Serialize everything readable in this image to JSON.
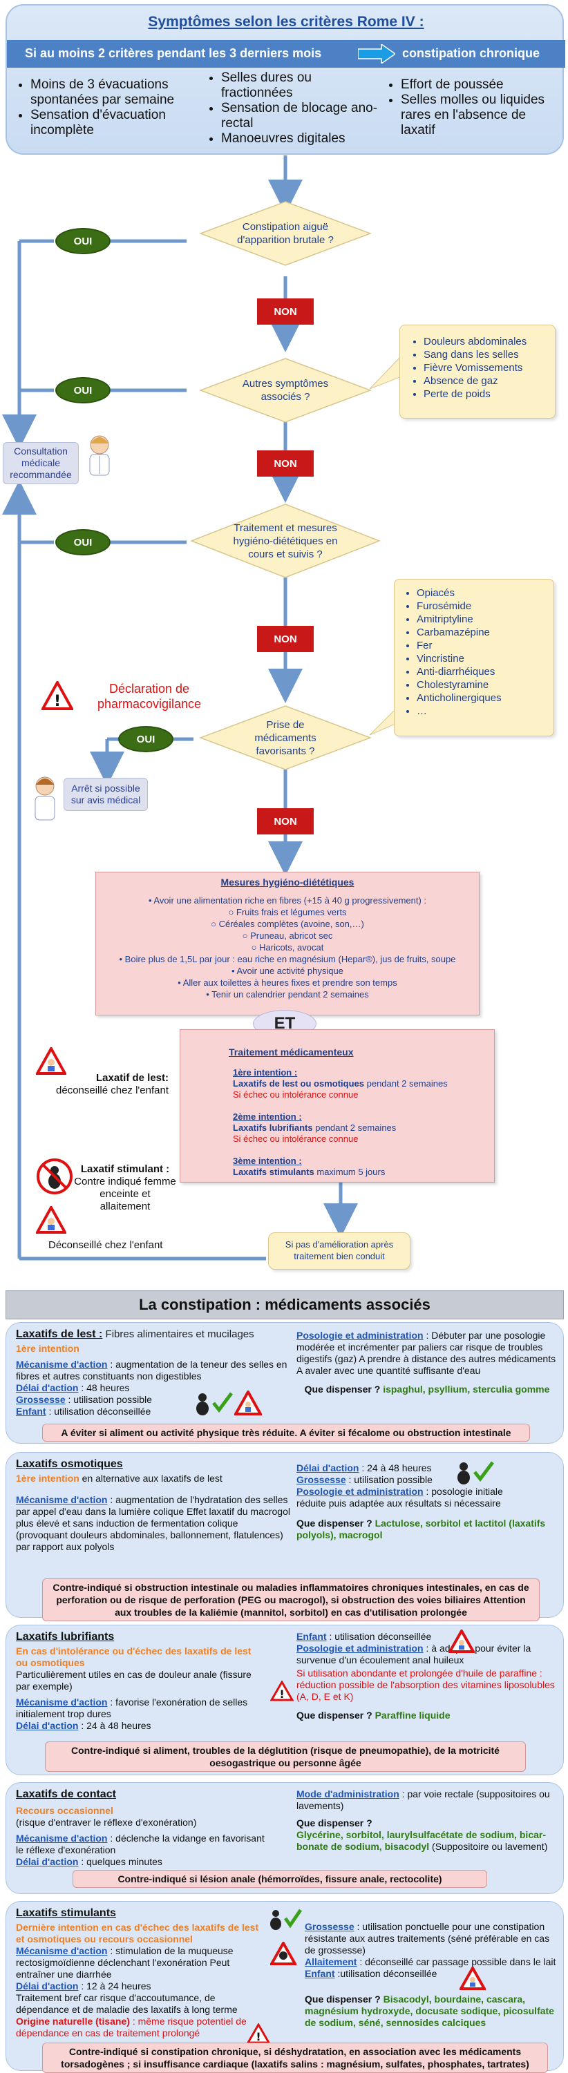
{
  "header": {
    "title": "Symptômes selon les critères Rome IV :",
    "strip_left": "Si au moins 2 critères pendant les 3 derniers mois",
    "strip_right": "constipation chronique",
    "col1": [
      "Moins de 3 évacuations spontanées par semaine",
      "Sensation d'évacuation incomplète"
    ],
    "col2": [
      "Selles dures ou fractionnées",
      "Sensation de blocage ano-rectal",
      "Manoeuvres digitales"
    ],
    "col3": [
      "Effort de poussée",
      "Selles molles ou liquides rares en l'absence de laxatif"
    ]
  },
  "flow": {
    "q1": "Constipation aiguë d'apparition brutale ?",
    "q2": "Autres symptômes associés ?",
    "q3": "Traitement et mesures hygiéno-diététiques en cours et suivis ?",
    "q4": "Prise de médicaments favorisants ?",
    "oui": "OUI",
    "non": "NON",
    "consult": "Consultation médicale recommandée",
    "symptoms": [
      "Douleurs abdominales",
      "Sang dans les selles",
      "Fièvre Vomissements",
      "Absence de gaz",
      "Perte de poids"
    ],
    "drugs": [
      "Opiacés",
      "Furosémide",
      "Amitriptyline",
      "Carbamazépine",
      "Fer",
      "Vincristine",
      "Anti-diarrhéiques",
      "Cholestyramine",
      "Anticholinergiques",
      "…"
    ],
    "pharmaco": "Déclaration de pharmacovigilance",
    "stop": "Arrêt si possible sur avis médical",
    "et": "ET",
    "no_improve": "Si pas d'amélioration après traitement bien conduit"
  },
  "mhd": {
    "title": "Mesures hygiéno-diététiques",
    "lines": [
      "• Avoir une alimentation riche en fibres (+15 à 40 g progressivement) :",
      "○ Fruits frais et légumes verts",
      "○ Céréales complètes (avoine, son,…)",
      "○ Pruneau, abricot sec",
      "○ Haricots, avocat",
      "• Boire plus de 1,5L par jour : eau riche en magnésium (Hepar®), jus de fruits, soupe",
      "• Avoir une activité physique",
      "• Aller aux toilettes à heures fixes et prendre son temps",
      "• Tenir un calendrier pendant 2 semaines"
    ]
  },
  "trt": {
    "title": "Traitement médicamenteux",
    "i1_h": "1ère intention :",
    "i1_a": "Laxatifs de lest ou osmotiques",
    "i1_b": " pendant 2 semaines",
    "i1_c": "Si échec ou intolérance connue",
    "i2_h": "2ème intention :",
    "i2_a": "Laxatifs lubrifiants",
    "i2_b": " pendant 2 semaines",
    "i2_c": "Si échec ou intolérance connue",
    "i3_h": "3ème intention :",
    "i3_a": "Laxatifs stimulants",
    "i3_b": " maximum 5 jours"
  },
  "side": {
    "lest_h": "Laxatif de lest:",
    "lest_t": "déconseillé chez l'enfant",
    "stim_h": "Laxatif stimulant :",
    "stim_t": "Contre indiqué femme enceinte et allaitement",
    "stim_child": "Déconseillé chez l'enfant"
  },
  "section2_title": "La constipation : médicaments associés",
  "cards": {
    "lest": {
      "h": "Laxatifs de lest :",
      "h2": " Fibres alimentaires et mucilages",
      "intent": "1ère intention",
      "meca_l": "Mécanisme d'action",
      "meca": " : augmentation de la teneur des selles en fibres et autres constituants non digestibles",
      "delai_l": "Délai d'action",
      "delai": " : 48 heures",
      "gross_l": "Grossesse",
      "gross": " : utilisation possible",
      "enf_l": "Enfant",
      "enf": " : utilisation déconseillée",
      "poso_l": "Posologie et administration",
      "poso": " : Débuter par une posologie modérée et incrémenter par paliers car risque de troubles digestifs (gaz) A prendre à distance des autres médicaments A avaler avec une quantité suffisante d'eau",
      "disp_l": "Que dispenser ?",
      "disp": "ispaghul, psyllium, sterculia gomme",
      "ci": "A éviter si aliment ou activité physique très réduite. A éviter si fécalome ou obstruction intestinale"
    },
    "osmo": {
      "h": "Laxatifs osmotiques",
      "intent": "1ère intention",
      "intent2": " en alternative aux laxatifs de lest",
      "meca_l": "Mécanisme d'action",
      "meca": " : augmentation de l'hydratation des selles par appel d'eau dans la lumière colique Effet laxatif du macrogol plus élevé et sans induction de fermentation colique (provoquant douleurs abdominales, ballonnement, flatulences) par rapport aux polyols",
      "delai_l": "Délai d'action",
      "delai": " : 24 à 48 heures",
      "gross_l": "Grossesse",
      "gross": " : utilisation possible",
      "poso_l": "Posologie et administration",
      "poso": " : posologie initiale réduite puis adaptée aux résultats si nécessaire",
      "disp_l": "Que dispenser ?",
      "disp": "Lactulose, sorbitol et lactitol (laxatifs polyols), macrogol",
      "ci": "Contre-indiqué si obstruction intestinale ou maladies inflammatoires chroniques intestinales, en cas de perforation ou de risque de perforation (PEG ou macrogol), si obstruction des voies biliaires Attention aux troubles de la kaliémie (mannitol, sorbitol) en cas d'utilisation prolongée"
    },
    "lubri": {
      "h": "Laxatifs lubrifiants",
      "intent": "En cas d'intolérance ou d'échec des laxatifs de lest ou osmotiques",
      "desc": "Particulièrement utiles en cas de douleur anale (fissure par exemple)",
      "meca_l": "Mécanisme d'action",
      "meca": " : favorise l'exonération de selles initialement trop dures",
      "delai_l": "Délai d'action",
      "delai": " : 24 à 48 heures",
      "enf_l": "Enfant",
      "enf": " : utilisation déconseillée",
      "poso_l": "Posologie et administration",
      "poso": " : à adapter pour éviter la survenue d'un écoulement anal huileux",
      "warn": "Si utilisation abondante et prolongée d'huile de paraffine : réduction possible de l'absorption des vitamines liposolubles (A, D, E et K)",
      "disp_l": "Que dispenser ?",
      "disp": "Paraffine liquide",
      "ci": "Contre-indiqué si aliment, troubles de la déglutition (risque de pneumopathie), de la motricité oesogastrique ou personne âgée"
    },
    "contact": {
      "h": "Laxatifs de contact",
      "intent": "Recours occasionnel",
      "desc": "(risque d'entraver le réflexe d'exonération)",
      "meca_l": "Mécanisme d'action",
      "meca": " : déclenche la vidange en favorisant le réflexe d'exonération",
      "delai_l": "Délai d'action",
      "delai": " : quelques minutes",
      "mode_l": "Mode d'administration",
      "mode": " : par voie rectale (suppositoires ou lavements)",
      "disp_l": "Que dispenser ?",
      "disp": "Glycérine, sorbitol, laurylsulfacétate de sodium, bicar-bonate de sodium, bisacodyl",
      "disp2": " (Suppositoire ou lavement)",
      "ci": "Contre-indiqué si lésion anale (hémorroïdes, fissure anale, rectocolite)"
    },
    "stim": {
      "h": "Laxatifs stimulants",
      "intent": "Dernière intention en cas d'échec des laxatifs de lest et osmotiques ou recours occasionnel",
      "meca_l": "Mécanisme d'action",
      "meca": " : stimulation de la muqueuse rectosigmoïdienne déclenchant l'exonération Peut entraîner une diarrhée",
      "delai_l": "Délai d'action",
      "delai": " : 12 à 24 heures",
      "desc": "Traitement bref car risque d'accoutumance, de dépendance et de maladie des laxatifs à long terme",
      "orig_l": "Origine naturelle (tisane)",
      "orig": " : même risque potentiel de dépendance en cas de traitement prolongé",
      "gross_l": "Grossesse",
      "gross": " : utilisation ponctuelle pour une constipation résistante aux autres traitements (séné préférable en cas de grossesse)",
      "allait_l": "Allaitement",
      "allait": " : déconseillé car passage possible dans le lait",
      "enf_l": "Enfant",
      "enf": " :utilisation déconseillée",
      "disp_l": "Que dispenser ?",
      "disp": "Bisacodyl, bourdaine, cascara, magnésium hydroxyde, docusate sodique, picosulfate de sodium, séné, sennosides calciques",
      "ci": "Contre-indiqué si constipation chronique, si déshydratation, en association avec les médicaments torsadogènes ; si insuffisance cardiaque (laxatifs salins : magnésium, sulfates, phosphates, tartrates)"
    }
  }
}
